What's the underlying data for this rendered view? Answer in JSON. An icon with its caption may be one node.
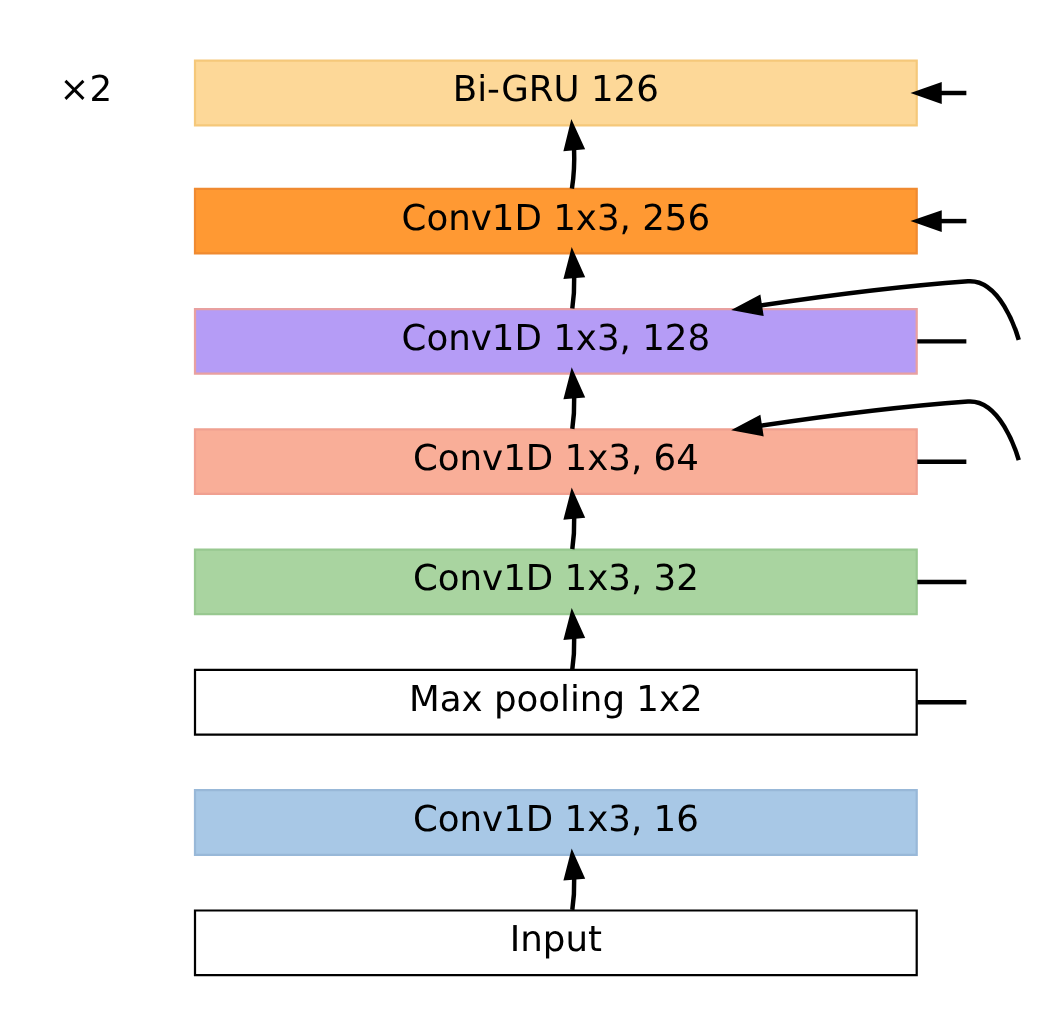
{
  "diagram": {
    "nodes": [
      {
        "text": [
          "Bi-GRU 126"
        ],
        "beside": [
          "×2"
        ]
      },
      {
        "text": [
          "Conv1D 1x3, 256"
        ]
      },
      {
        "text": [
          "Conv1D 1x3, 128"
        ]
      },
      {
        "text": [
          "Conv1D 1x3, 64"
        ]
      },
      {
        "text": [
          "Conv1D 1x3, 32"
        ]
      },
      {
        "text": [
          "Max pooling 1x2"
        ]
      },
      {
        "text": [
          "Conv1D 1x3, 16"
        ]
      },
      {
        "text": [
          "Input"
        ]
      }
    ],
    "edges": [
      {
        "from": 7,
        "to": 6,
        "arrow": "to"
      },
      {
        "from": 5,
        "to": 4,
        "arrow": "to"
      },
      {
        "from": 5,
        "to": null,
        "arrow": "none"
      },
      {
        "from": 4,
        "to": 3,
        "arrow": "to"
      },
      {
        "from": 4,
        "to": null,
        "arrow": "none"
      },
      {
        "from": null,
        "to": 3,
        "arrow": "to"
      },
      {
        "from": 3,
        "to": 2,
        "arrow": "to"
      },
      {
        "from": 3,
        "to": null,
        "arrow": "none"
      },
      {
        "from": null,
        "to": 2,
        "arrow": "to"
      },
      {
        "from": 2,
        "to": 1,
        "arrow": "to"
      },
      {
        "from": 2,
        "to": null,
        "arrow": "none"
      },
      {
        "from": null,
        "to": 1,
        "arrow": "to"
      },
      {
        "from": 1,
        "to": 0,
        "arrow": "to"
      },
      {
        "from": null,
        "to": 0,
        "arrow": "to"
      }
    ]
  }
}
